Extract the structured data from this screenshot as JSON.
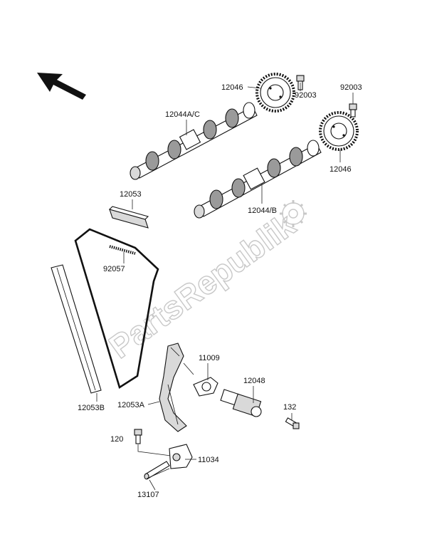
{
  "watermark": {
    "text": "PartsRepublik"
  },
  "parts": [
    {
      "id": "12046-top",
      "label": "12046"
    },
    {
      "id": "92003-top",
      "label": "92003"
    },
    {
      "id": "92003-right",
      "label": "92003"
    },
    {
      "id": "12044ac",
      "label": "12044A/C"
    },
    {
      "id": "12046-right",
      "label": "12046"
    },
    {
      "id": "12053",
      "label": "12053"
    },
    {
      "id": "12044b",
      "label": "12044/B"
    },
    {
      "id": "92057",
      "label": "92057"
    },
    {
      "id": "11009",
      "label": "11009"
    },
    {
      "id": "12048",
      "label": "12048"
    },
    {
      "id": "12053b",
      "label": "12053B"
    },
    {
      "id": "12053a",
      "label": "12053A"
    },
    {
      "id": "132",
      "label": "132"
    },
    {
      "id": "120",
      "label": "120"
    },
    {
      "id": "11034",
      "label": "11034"
    },
    {
      "id": "13107",
      "label": "13107"
    }
  ]
}
